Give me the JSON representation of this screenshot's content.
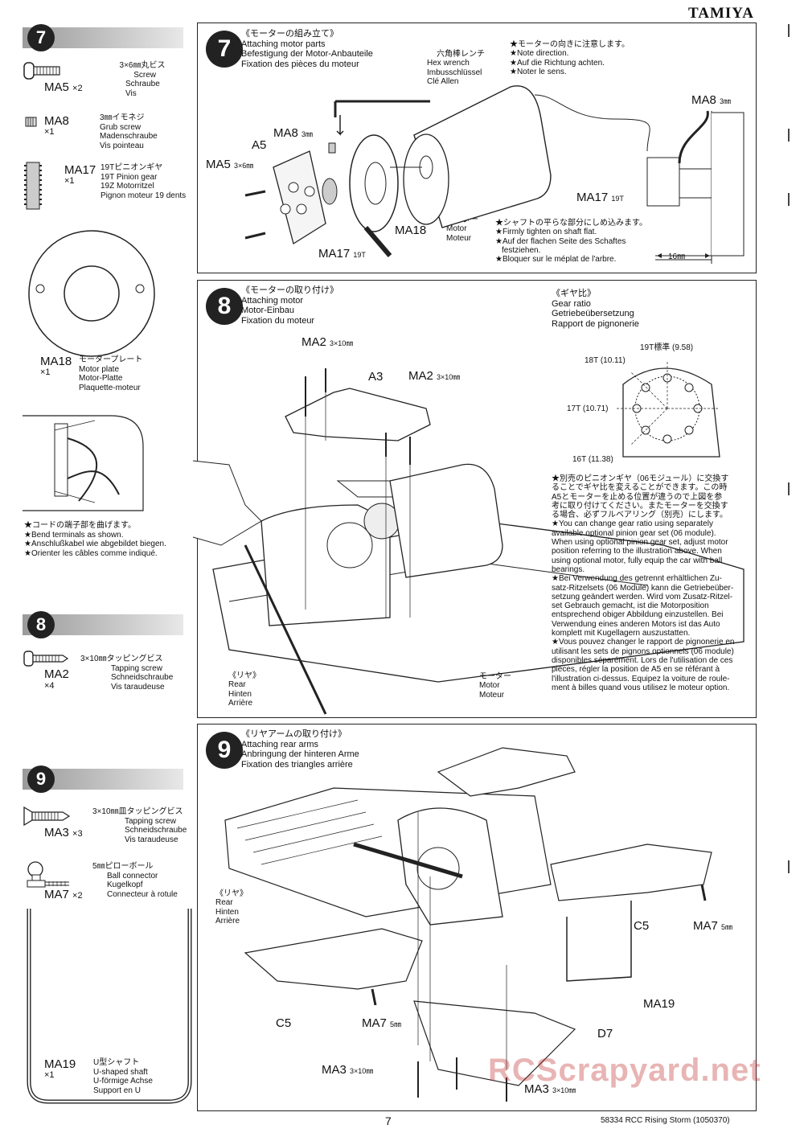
{
  "header": {
    "brand": "TAMIYA"
  },
  "sidebar": {
    "s7": {
      "num": "7",
      "ma5": {
        "code": "MA5",
        "qty": "×2",
        "jp": "3×6㎜丸ビス",
        "l1": "Screw",
        "l2": "Schraube",
        "l3": "Vis"
      },
      "ma8": {
        "code": "MA8",
        "qty": "×1",
        "jp": "3㎜イモネジ",
        "l1": "Grub screw",
        "l2": "Madenschraube",
        "l3": "Vis pointeau"
      },
      "ma17": {
        "code": "MA17",
        "qty": "×1",
        "jp": "19Tピニオンギヤ",
        "l1": "19T Pinion gear",
        "l2": "19Z Motorritzel",
        "l3": "Pignon moteur 19 dents"
      },
      "ma18": {
        "code": "MA18",
        "qty": "×1",
        "jp": "モータープレート",
        "l1": "Motor plate",
        "l2": "Motor-Platte",
        "l3": "Plaquette-moteur"
      },
      "bend": {
        "jp": "★コードの端子部を曲げます。",
        "en": "★Bend terminals as shown.",
        "de": "★Anschlußkabel wie abgebildet biegen.",
        "fr": "★Orienter les câbles comme indiqué."
      }
    },
    "s8": {
      "num": "8",
      "ma2": {
        "code": "MA2",
        "qty": "×4",
        "jp": "3×10㎜タッピングビス",
        "l1": "Tapping screw",
        "l2": "Schneidschraube",
        "l3": "Vis taraudeuse"
      }
    },
    "s9": {
      "num": "9",
      "ma3": {
        "code": "MA3",
        "qty": "×3",
        "jp": "3×10㎜皿タッピングビス",
        "l1": "Tapping screw",
        "l2": "Schneidschraube",
        "l3": "Vis taraudeuse"
      },
      "ma7": {
        "code": "MA7",
        "qty": "×2",
        "jp": "5㎜ピローボール",
        "l1": "Ball connector",
        "l2": "Kugelkopf",
        "l3": "Connecteur à rotule"
      },
      "ma19": {
        "code": "MA19",
        "qty": "×1",
        "jp": "U型シャフト",
        "l1": "U-shaped shaft",
        "l2": "U-förmige Achse",
        "l3": "Support en U"
      }
    }
  },
  "step7": {
    "num": "7",
    "jp": "《モーターの組み立て》",
    "en": "Attaching motor parts",
    "de": "Befestigung der Motor-Anbauteile",
    "fr": "Fixation des pièces du moteur",
    "wrench": {
      "jp": "六角棒レンチ",
      "en": "Hex wrench",
      "de": "Imbusschlüssel",
      "fr": "Clé Allen"
    },
    "dir": {
      "jp": "★モーターの向きに注意します。",
      "en": "★Note direction.",
      "de": "★Auf die Richtung achten.",
      "fr": "★Noter le sens."
    },
    "shaft": {
      "jp": "★シャフトの平らな部分にしめ込みます。",
      "en": "★Firmly tighten on shaft flat.",
      "de1": "★Auf der flachen Seite des Schaftes",
      "de2": "festziehen.",
      "fr": "★Bloquer sur le méplat de l'arbre."
    },
    "motor": {
      "jp": "モーター",
      "en": "Motor",
      "fr": "Moteur"
    },
    "labels": {
      "ma8": "MA8",
      "ma8s": "3㎜",
      "a5": "A5",
      "ma5": "MA5",
      "ma5s": "3×6㎜",
      "ma17": "MA17",
      "ma17s": "19T",
      "ma18": "MA18",
      "ma8b": "MA8",
      "ma8bs": "3㎜",
      "ma17b": "MA17",
      "ma17bs": "19T",
      "dim": "16㎜"
    }
  },
  "step8": {
    "num": "8",
    "jp": "《モーターの取り付け》",
    "en": "Attaching motor",
    "de": "Motor-Einbau",
    "fr": "Fixation du moteur",
    "labels": {
      "ma2a": "MA2",
      "ma2as": "3×10㎜",
      "a3": "A3",
      "ma2b": "MA2",
      "ma2bs": "3×10㎜"
    },
    "rear": {
      "jp": "《リヤ》",
      "en": "Rear",
      "de": "Hinten",
      "fr": "Arrière"
    },
    "motor": {
      "jp": "モーター",
      "en": "Motor",
      "fr": "Moteur"
    },
    "gear": {
      "jp": "《ギヤ比》",
      "en": "Gear ratio",
      "de": "Getriebeübersetzung",
      "fr": "Rapport de pignonerie",
      "t19": "19T標準 (9.58)",
      "t18": "18T (10.11)",
      "t17": "17T (10.71)",
      "t16": "16T (11.38)"
    },
    "note_lines": [
      "★別売のピニオンギヤ（06モジュール）に交換す",
      "ることでギヤ比を変えることができます。この時",
      "A5とモーターを止める位置が違うので上図を参",
      "考に取り付けてください。またモーターを交換す",
      "る場合、必ずフルベアリング（別売）にします。",
      "★You can change gear ratio using separately",
      "available optional pinion gear set (06 module).",
      "When using optional pinion gear set, adjust motor",
      "position referring to the illustration above.  When",
      "using optional motor, fully equip the car with ball",
      "bearings.",
      "★Bei Verwendung des getrennt erhältlichen Zu-",
      "satz-Ritzelsets (06 Module) kann die Getriebeüber-",
      "setzung geändert werden. Wird vom Zusatz-Ritzel-",
      "set Gebrauch gemacht, ist die Motorposition",
      "entsprechend obiger Abbildung einzustellen. Bei",
      "Verwendung eines anderen Motors ist das Auto",
      "komplett mit Kugellagern auszustatten.",
      "★Vous pouvez changer le rapport de pignonerie en",
      "utilisant les sets de pignons optionnels (06 module)",
      "disponibles séparément. Lors de l'utilisation de ces",
      "pièces, régler la position de A5 en se référant à",
      "l'illustration ci-dessus. Equipez la voiture de roule-",
      "ment à billes quand vous utilisez le moteur option."
    ]
  },
  "step9": {
    "num": "9",
    "jp": "《リヤアームの取り付け》",
    "en": "Attaching rear arms",
    "de": "Anbringung der hinteren Arme",
    "fr": "Fixation des triangles arrière",
    "rear": {
      "jp": "《リヤ》",
      "en": "Rear",
      "de": "Hinten",
      "fr": "Arrière"
    },
    "labels": {
      "c5a": "C5",
      "ma7a": "MA7",
      "ma7as": "5㎜",
      "ma19": "MA19",
      "c5b": "C5",
      "ma7b": "MA7",
      "ma7bs": "5㎜",
      "d7": "D7",
      "ma3a": "MA3",
      "ma3as": "3×10㎜",
      "ma3b": "MA3",
      "ma3bs": "3×10㎜"
    }
  },
  "footer": {
    "page": "7",
    "code": "58334  RCC Rising Storm (1050370)"
  },
  "watermark": "RCScrapyard.net"
}
